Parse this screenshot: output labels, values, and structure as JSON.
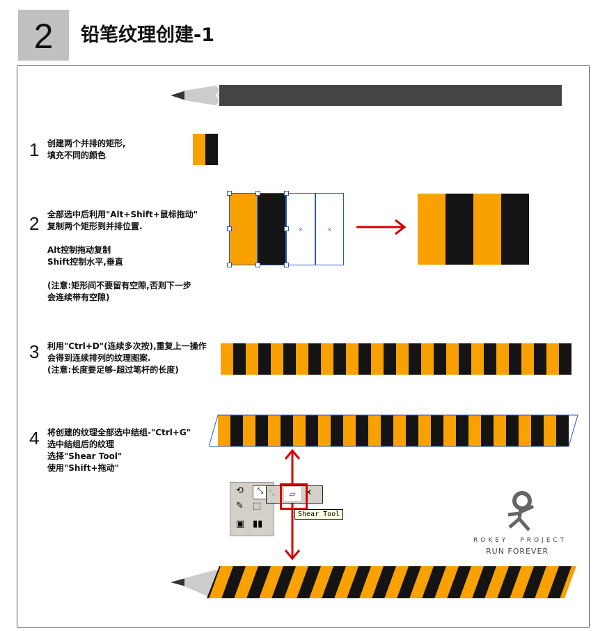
{
  "header": {
    "number": "2",
    "title": "铅笔纹理创建-1"
  },
  "steps": [
    {
      "number": "1",
      "text": "创建两个并排的矩形,\n填充不同的颜色"
    },
    {
      "number": "2",
      "text": "全部选中后利用\"Alt+Shift+鼠标拖动\"\n复制两个矩形到并排位置.\n\nAlt控制拖动复制\nShift控制水平,垂直\n\n(注意:矩形间不要留有空隙,否则下一步\n会连续带有空隙)"
    },
    {
      "number": "3",
      "text": "利用\"Ctrl+D\"(连续多次按),重复上一操作\n会得到连续排列的纹理图案.\n(注意:长度要足够-超过笔杆的长度)"
    },
    {
      "number": "4",
      "text": "将创建的纹理全部选中结组-\"Ctrl+G\"\n选中结组后的纹理\n选择\"Shear Tool\"\n使用\"Shift+拖动\""
    }
  ],
  "tooltip": "Shear Tool",
  "logo": {
    "line1": "ROKEY PROJECT",
    "line2": "RUN FOREVER"
  },
  "colors": {
    "orange": "#f9a100",
    "black": "#141414",
    "pencil": "#444444",
    "arrow": "#d40000",
    "selection": "#2a5ab8"
  }
}
